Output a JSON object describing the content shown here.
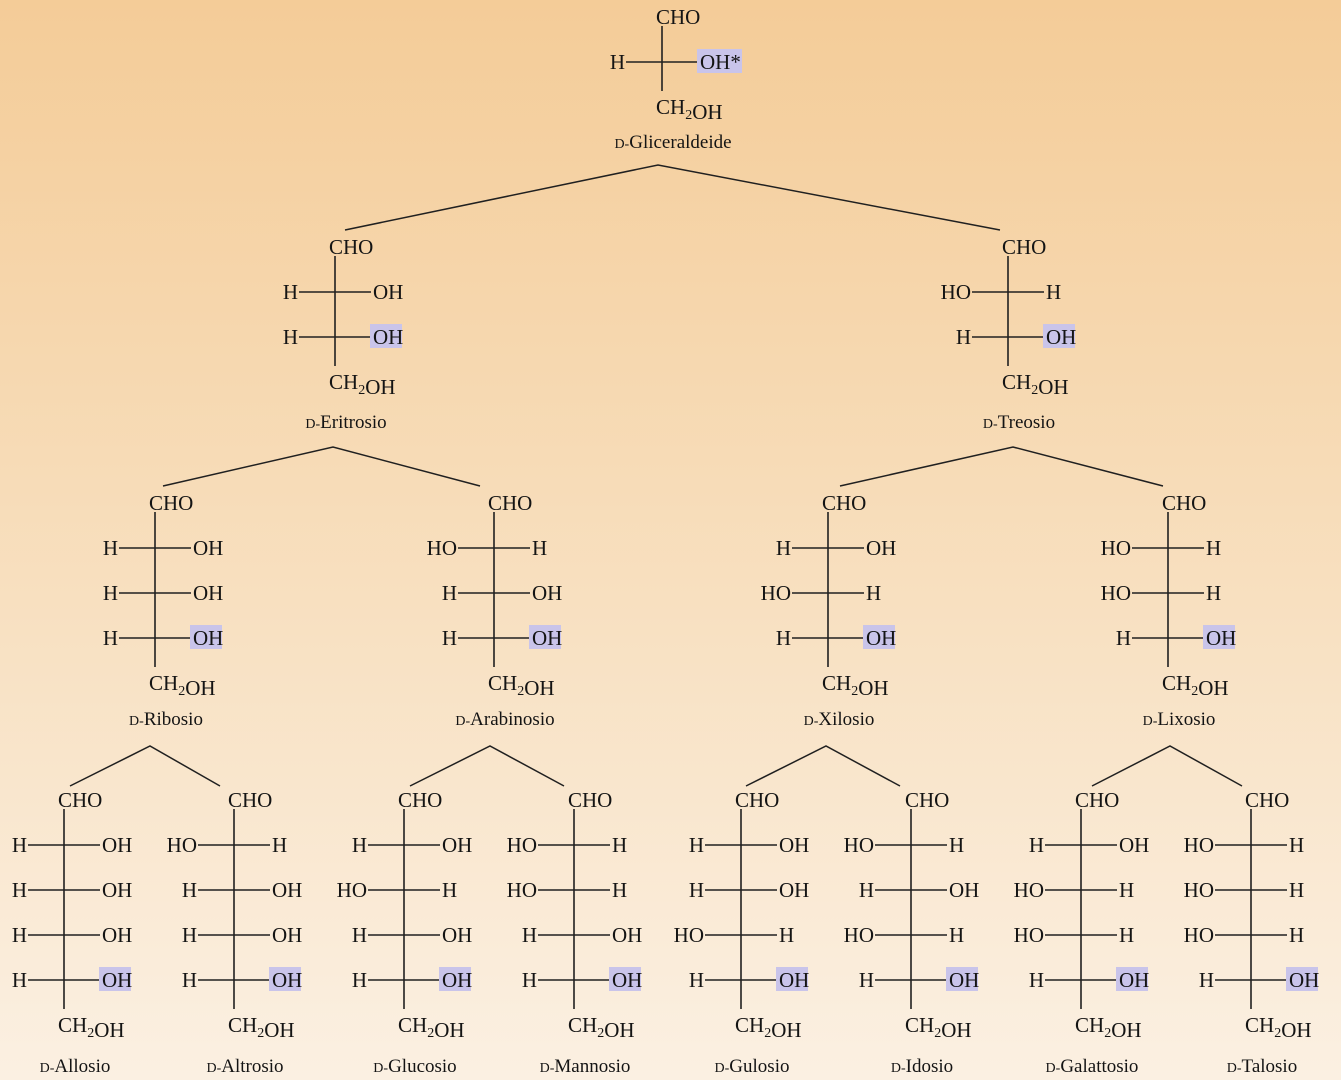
{
  "colors": {
    "highlight": "#c9c4ea",
    "background_top": "#f4cc98",
    "background_bottom": "#fbf0e2",
    "ink": "#141414"
  },
  "molecules": [
    {
      "id": "gliceraldeide",
      "prefix": "D-",
      "name": "Gliceraldeide",
      "top": "CHO",
      "bottom": "CH₂OH",
      "rows": [
        {
          "left": "H",
          "right": "OH*",
          "highlight": "right"
        }
      ]
    },
    {
      "id": "eritrosio",
      "prefix": "D-",
      "name": "Eritrosio",
      "top": "CHO",
      "bottom": "CH₂OH",
      "rows": [
        {
          "left": "H",
          "right": "OH"
        },
        {
          "left": "H",
          "right": "OH",
          "highlight": "right"
        }
      ]
    },
    {
      "id": "treosio",
      "prefix": "D-",
      "name": "Treosio",
      "top": "CHO",
      "bottom": "CH₂OH",
      "rows": [
        {
          "left": "HO",
          "right": "H"
        },
        {
          "left": "H",
          "right": "OH",
          "highlight": "right"
        }
      ]
    },
    {
      "id": "ribosio",
      "prefix": "D-",
      "name": "Ribosio",
      "top": "CHO",
      "bottom": "CH₂OH",
      "rows": [
        {
          "left": "H",
          "right": "OH"
        },
        {
          "left": "H",
          "right": "OH"
        },
        {
          "left": "H",
          "right": "OH",
          "highlight": "right"
        }
      ]
    },
    {
      "id": "arabinosio",
      "prefix": "D-",
      "name": "Arabinosio",
      "top": "CHO",
      "bottom": "CH₂OH",
      "rows": [
        {
          "left": "HO",
          "right": "H"
        },
        {
          "left": "H",
          "right": "OH"
        },
        {
          "left": "H",
          "right": "OH",
          "highlight": "right"
        }
      ]
    },
    {
      "id": "xilosio",
      "prefix": "D-",
      "name": "Xilosio",
      "top": "CHO",
      "bottom": "CH₂OH",
      "rows": [
        {
          "left": "H",
          "right": "OH"
        },
        {
          "left": "HO",
          "right": "H"
        },
        {
          "left": "H",
          "right": "OH",
          "highlight": "right"
        }
      ]
    },
    {
      "id": "lixosio",
      "prefix": "D-",
      "name": "Lixosio",
      "top": "CHO",
      "bottom": "CH₂OH",
      "rows": [
        {
          "left": "HO",
          "right": "H"
        },
        {
          "left": "HO",
          "right": "H"
        },
        {
          "left": "H",
          "right": "OH",
          "highlight": "right"
        }
      ]
    },
    {
      "id": "allosio",
      "prefix": "D-",
      "name": "Allosio",
      "top": "CHO",
      "bottom": "CH₂OH",
      "rows": [
        {
          "left": "H",
          "right": "OH"
        },
        {
          "left": "H",
          "right": "OH"
        },
        {
          "left": "H",
          "right": "OH"
        },
        {
          "left": "H",
          "right": "OH",
          "highlight": "right"
        }
      ]
    },
    {
      "id": "altrosio",
      "prefix": "D-",
      "name": "Altrosio",
      "top": "CHO",
      "bottom": "CH₂OH",
      "rows": [
        {
          "left": "HO",
          "right": "H"
        },
        {
          "left": "H",
          "right": "OH"
        },
        {
          "left": "H",
          "right": "OH"
        },
        {
          "left": "H",
          "right": "OH",
          "highlight": "right"
        }
      ]
    },
    {
      "id": "glucosio",
      "prefix": "D-",
      "name": "Glucosio",
      "top": "CHO",
      "bottom": "CH₂OH",
      "rows": [
        {
          "left": "H",
          "right": "OH"
        },
        {
          "left": "HO",
          "right": "H"
        },
        {
          "left": "H",
          "right": "OH"
        },
        {
          "left": "H",
          "right": "OH",
          "highlight": "right"
        }
      ]
    },
    {
      "id": "mannosio",
      "prefix": "D-",
      "name": "Mannosio",
      "top": "CHO",
      "bottom": "CH₂OH",
      "rows": [
        {
          "left": "HO",
          "right": "H"
        },
        {
          "left": "HO",
          "right": "H"
        },
        {
          "left": "H",
          "right": "OH"
        },
        {
          "left": "H",
          "right": "OH",
          "highlight": "right"
        }
      ]
    },
    {
      "id": "gulosio",
      "prefix": "D-",
      "name": "Gulosio",
      "top": "CHO",
      "bottom": "CH₂OH",
      "rows": [
        {
          "left": "H",
          "right": "OH"
        },
        {
          "left": "H",
          "right": "OH"
        },
        {
          "left": "HO",
          "right": "H"
        },
        {
          "left": "H",
          "right": "OH",
          "highlight": "right"
        }
      ]
    },
    {
      "id": "idosio",
      "prefix": "D-",
      "name": "Idosio",
      "top": "CHO",
      "bottom": "CH₂OH",
      "rows": [
        {
          "left": "HO",
          "right": "H"
        },
        {
          "left": "H",
          "right": "OH"
        },
        {
          "left": "HO",
          "right": "H"
        },
        {
          "left": "H",
          "right": "OH",
          "highlight": "right"
        }
      ]
    },
    {
      "id": "galattosio",
      "prefix": "D-",
      "name": "Galattosio",
      "top": "CHO",
      "bottom": "CH₂OH",
      "rows": [
        {
          "left": "H",
          "right": "OH"
        },
        {
          "left": "HO",
          "right": "H"
        },
        {
          "left": "HO",
          "right": "H"
        },
        {
          "left": "H",
          "right": "OH",
          "highlight": "right"
        }
      ]
    },
    {
      "id": "talosio",
      "prefix": "D-",
      "name": "Talosio",
      "top": "CHO",
      "bottom": "CH₂OH",
      "rows": [
        {
          "left": "HO",
          "right": "H"
        },
        {
          "left": "HO",
          "right": "H"
        },
        {
          "left": "HO",
          "right": "H"
        },
        {
          "left": "H",
          "right": "OH",
          "highlight": "right"
        }
      ]
    }
  ]
}
